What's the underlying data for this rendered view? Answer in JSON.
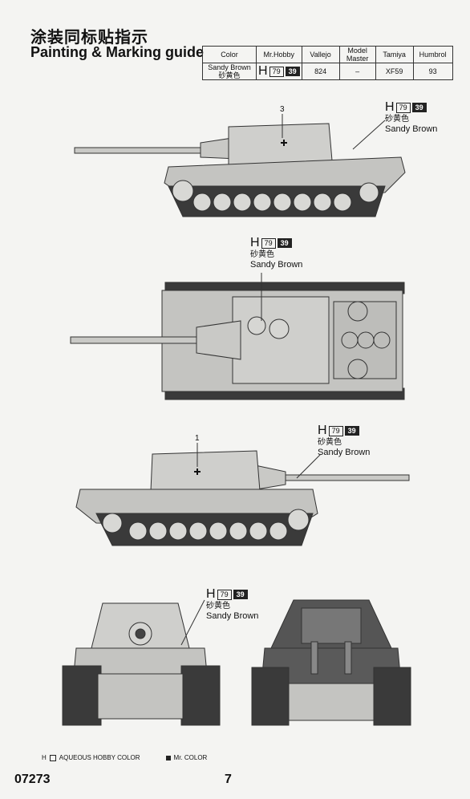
{
  "header": {
    "title_cn": "涂装同标贴指示",
    "title_en": "Painting & Marking guide"
  },
  "color_table": {
    "headers": [
      "Color",
      "Mr.Hobby",
      "Vallejo",
      "Model Master",
      "Tamiya",
      "Humbrol"
    ],
    "row": {
      "color_en": "Sandy Brown",
      "color_cn": "砂黄色",
      "mrhobby_h": "H",
      "mrhobby_aq": "79",
      "mrhobby_mr": "39",
      "vallejo": "824",
      "model_master": "–",
      "tamiya": "XF59",
      "humbrol": "93"
    }
  },
  "callout": {
    "h": "H",
    "aq": "79",
    "mr": "39",
    "cn": "砂黄色",
    "en": "Sandy Brown"
  },
  "decal_numbers": {
    "top": "3",
    "middle": "1"
  },
  "legend": {
    "aqueous": "AQUEOUS HOBBY COLOR",
    "mr": "Mr. COLOR"
  },
  "footer": {
    "product_code": "07273",
    "page": "7"
  },
  "colors": {
    "hull": "#c9c9c6",
    "outline": "#333333",
    "track": "#3a3a3a",
    "paper": "#f4f4f2"
  }
}
